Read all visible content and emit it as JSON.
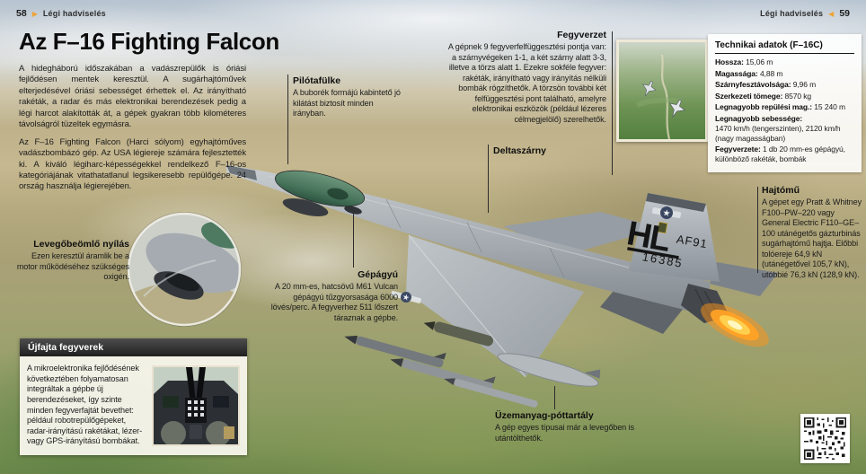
{
  "page": {
    "page_left": "58",
    "page_right": "59",
    "section": "Légi hadviselés",
    "title": "Az F–16 Fighting Falcon",
    "intro_p1": "A hidegháború időszakában a vadászrepülők is óriási fejlődésen mentek keresztül. A sugárhajtóművek elterjedésével óriási sebességet érhettek el. Az irányítható rakéták, a radar és más elektronikai berendezések pedig a légi harcot alakították át, a gépek gyakran több kilométeres távolságról tüzeltek egymásra.",
    "intro_p2": "Az F–16 Fighting Falcon (Harci sólyom) egyhajtóműves vadászbombázó gép. Az USA légiereje számára fejlesztették ki. A kiváló légiharc-képességekkel rendelkező F–16-os kategóriájának vitathatatlanul legsikeresebb repülőgépe. 24 ország használja légierejében."
  },
  "callouts": {
    "pilotafulke": {
      "title": "Pilótafülke",
      "text": "A buborék formájú kabintető jó kilátást biztosít minden irányban."
    },
    "fegyverzet": {
      "title": "Fegyverzet",
      "text": "A gépnek 9 fegyverfelfüggesztési pontja van: a szárnyvégeken 1-1, a két szárny alatt 3-3, illetve a törzs alatt 1. Ezekre sokféle fegyver: rakéták, irányítható vagy irányítás nélküli bombák rögzíthetők. A törzsön további két felfüggesztési pont található, amelyre elektronikai eszközök (például lézeres célmegjelölő) szerelhetők."
    },
    "deltaszarny": {
      "title": "Deltaszárny"
    },
    "hajtomu": {
      "title": "Hajtómű",
      "text": "A gépet egy Pratt & Whitney F100–PW–220 vagy General Electric F110–GE–100 utánégetős gázturbinás sugárhajtómű hajtja. Előbbi tolóereje 64,9 kN (utánégetővel 105,7 kN), utóbbié 76,3 kN (128,9 kN)."
    },
    "levegobeomlo": {
      "title": "Levegőbeömlő nyílás",
      "text": "Ezen keresztül áramlik be a motor működéséhez szükséges oxigén."
    },
    "gepagyu": {
      "title": "Gépágyú",
      "text": "A 20 mm-es, hatcsövű M61 Vulcan gépágyú tűzgyorsasága 6000 lövés/perc. A fegyverhez 511 lőszert táraznak a gépbe."
    },
    "uzemanyag": {
      "title": "Üzemanyag-póttartály",
      "text": "A gép egyes típusai már a levegőben is utántölthetők."
    }
  },
  "tech_box": {
    "title": "Technikai adatok (F–16C)",
    "rows": [
      {
        "label": "Hossza:",
        "value": "15,06 m"
      },
      {
        "label": "Magassága:",
        "value": "4,88 m"
      },
      {
        "label": "Szárnyfesztávolsága:",
        "value": "9,96 m"
      },
      {
        "label": "Szerkezeti tömege:",
        "value": "8570 kg"
      },
      {
        "label": "Legnagyobb repülési mag.:",
        "value": "15 240 m"
      },
      {
        "label": "Legnagyobb sebessége:",
        "value": "1470 km/h (tengerszinten), 2120 km/h (nagy magasságban)"
      },
      {
        "label": "Fegyverzete:",
        "value": "1 db 20 mm-es gépágyú, különböző rakéták, bombák"
      }
    ]
  },
  "sidebar_box": {
    "title": "Újfajta fegyverek",
    "text": "A mikroelektronika fejlődésének következtében folyamatosan integráltak a gépbe új berendezéseket, így szinte minden fegyverfajtát bevethet: például robotrepülőgépeket, radar-irányítású rakétákat, lézer- vagy GPS-irányítású bombákat."
  },
  "aircraft": {
    "tail_code": "HL",
    "serial_1": "AF91",
    "serial_2": "16385"
  },
  "icons": {
    "arrow_right": "▶",
    "arrow_left": "◀",
    "star": "★"
  },
  "colors": {
    "accent_arrow": "#eea435",
    "header_bar": "#2b2b2b",
    "canopy_green": "#4d7a60",
    "flame_orange": "#ffa126",
    "airframe_gray": "#a6acb1"
  }
}
